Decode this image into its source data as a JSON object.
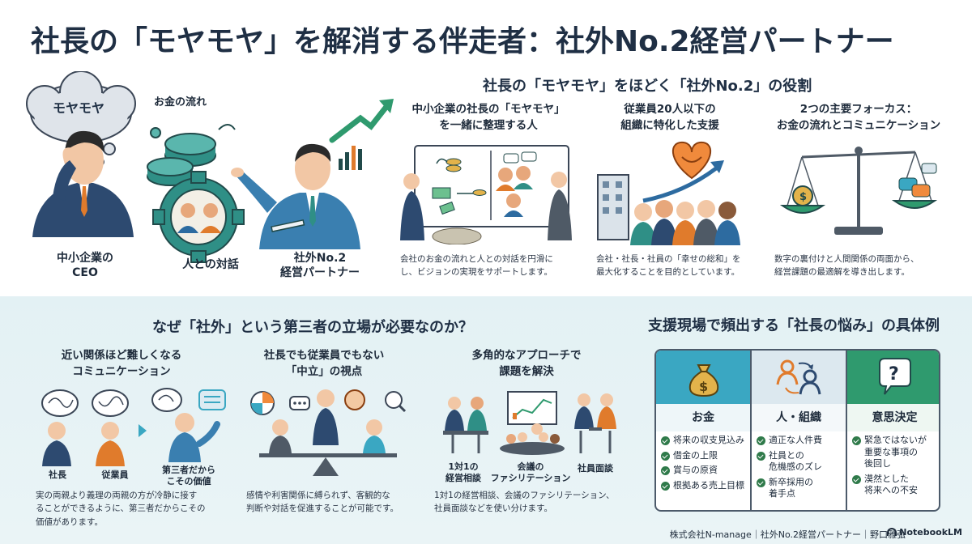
{
  "title": "社長の「モヤモヤ」を解消する伴走者：社外No.2経営パートナー",
  "hero": {
    "bubble": "モヤモヤ",
    "money_flow": "お金の流れ",
    "ceo": "中小企業の\nCEO",
    "dialogue": "人との対話",
    "partner": "社外No.2\n経営パートナー"
  },
  "roles": {
    "heading": "社長の「モヤモヤ」をほどく「社外No.2」の役割",
    "items": [
      {
        "title": "中小企業の社長の「モヤモヤ」\nを一緒に整理する人",
        "desc": "会社のお金の流れと人との対話を円滑に\nし、ビジョンの実現をサポートします。"
      },
      {
        "title": "従業員20人以下の\n組織に特化した支援",
        "desc": "会社・社長・社員の「幸せの総和」を\n最大化することを目的としています。"
      },
      {
        "title": "2つの主要フォーカス：\nお金の流れとコミュニケーション",
        "desc": "数字の裏付けと人間関係の両面から、\n経営課題の最適解を導き出します。"
      }
    ]
  },
  "why": {
    "heading": "なぜ「社外」という第三者の立場が必要なのか？",
    "items": [
      {
        "title": "近い関係ほど難しくなる\nコミュニケーション",
        "labels": [
          "社長",
          "従業員",
          "第三者だから\nこその価値"
        ],
        "desc": "実の両親より義理の両親の方が冷静に接す\nることができるように、第三者だからこその\n価値があります。"
      },
      {
        "title": "社長でも従業員でもない\n「中立」の視点",
        "labels": [],
        "desc": "感情や利害関係に縛られず、客観的な\n判断や対話を促進することが可能です。"
      },
      {
        "title": "多角的なアプローチで\n課題を解決",
        "labels": [
          "1対1の\n経営相談",
          "会議の\nファシリテーション",
          "社員面談"
        ],
        "desc": "1対1の経営相談、会議のファシリテーション、\n社員面談などを使い分けます。"
      }
    ]
  },
  "worries": {
    "heading": "支援現場で頻出する「社長の悩み」の具体例",
    "columns": [
      {
        "title": "お金",
        "color": "#3aa7c2",
        "items": [
          "将来の収支見込み",
          "借金の上限",
          "賞与の原資",
          "根拠ある売上目標"
        ]
      },
      {
        "title": "人・組織",
        "color": "#dce8ef",
        "items": [
          "適正な人件費",
          "社員との\n危機感のズレ",
          "新卒採用の\n着手点"
        ]
      },
      {
        "title": "意思決定",
        "color": "#2f9a6e",
        "items": [
          "緊急ではないが\n重要な事項の\n後回し",
          "漠然とした\n将来への不安"
        ]
      }
    ]
  },
  "footer": "株式会社N-manage｜社外No.2経営パートナー｜野口雅弘",
  "brand": "NotebookLM",
  "colors": {
    "navy": "#1f2f44",
    "teal": "#3aa7c2",
    "green": "#2f9a6e",
    "orange": "#f08a3c"
  }
}
